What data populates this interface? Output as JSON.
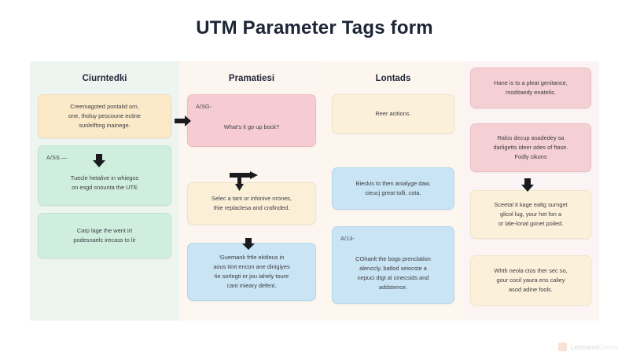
{
  "page": {
    "title": "UTM Parameter Tags form"
  },
  "watermark": {
    "brand": "Letovesd",
    "suffix": "Overv",
    "icon": "logo-mark-icon"
  },
  "columns": [
    {
      "name": "column-one",
      "header": "Ciurntedki",
      "cards": [
        {
          "style": "c-cream",
          "label": "",
          "lines": [
            "Creemagoted pontalid orn,",
            "one, tholuy pescoune ectine",
            "sunlelfting inainege."
          ]
        },
        {
          "style": "c-mint",
          "label": "A/SS.—",
          "lines": [
            "Tuecle hetalive in whiegos",
            "on esgd snounta the UTE"
          ]
        },
        {
          "style": "c-mint",
          "label": "",
          "lines": [
            "Carp lage the went irt",
            "podesnaelc irecass to lir"
          ]
        }
      ]
    },
    {
      "name": "column-two",
      "header": "Pramatiesi",
      "cards": [
        {
          "style": "c-pink",
          "label": "A/SG-",
          "lines": [
            "What's it go up bock?"
          ]
        },
        {
          "style": "c-cream2",
          "label": "",
          "lines": [
            "Selec a tant or infonive nrones,",
            "thie replaclesa and crafinded."
          ]
        },
        {
          "style": "c-blue",
          "label": "",
          "lines": [
            "'Guemank frtle ekitleus in",
            "aous timt encon ane dinigiyes",
            "tie sorlegti er jou iahely toure",
            "cant mieary defent."
          ]
        }
      ]
    },
    {
      "name": "column-three",
      "header": "Lontads",
      "cards": [
        {
          "style": "c-ivory",
          "label": "",
          "lines": [
            "Reer acitions."
          ]
        },
        {
          "style": "c-blue",
          "label": "",
          "lines": [
            "Bieckis to then anialyge daw,",
            "cieucj great tolli, cota."
          ]
        },
        {
          "style": "c-blue",
          "label": "A/13-",
          "lines": [
            "COhanlt the bogs prenclation",
            "alenccly, batlod seiocste a",
            "nepuci dtgt al cinecsids and",
            "addstence."
          ]
        }
      ]
    },
    {
      "name": "column-four",
      "header": "",
      "cards": [
        {
          "style": "c-pink2",
          "label": "",
          "lines": [
            "Hane is to a pleat genitance,",
            "moditaedy enatelis."
          ]
        },
        {
          "style": "c-pink2",
          "label": "",
          "lines": [
            "Ralos decup asadedey sa",
            "darligetts ideer odes of ftase.",
            "Fodly cikons"
          ]
        },
        {
          "style": "c-ivory",
          "label": "",
          "lines": [
            "Sceetal it kage ealtg surnget",
            "glicol lug, your het fon a",
            "or lale-lonal gonet poiled."
          ]
        },
        {
          "style": "c-ivory",
          "label": "",
          "lines": [
            "Whth neola ctos ther sec so,",
            "gour cocil yaura ens caliey",
            "asod adine fools."
          ]
        }
      ]
    }
  ],
  "connectors": [
    {
      "name": "arrow-col1-to-col2",
      "kind": "arrow-right-icon"
    },
    {
      "name": "arrow-col1-card1-down",
      "kind": "arrow-down-icon"
    },
    {
      "name": "arrow-col2-branch",
      "kind": "arrow-branch-icon"
    },
    {
      "name": "arrow-col2-card2-down",
      "kind": "arrow-down-icon"
    },
    {
      "name": "arrow-col4-card2-down",
      "kind": "arrow-down-icon"
    }
  ]
}
